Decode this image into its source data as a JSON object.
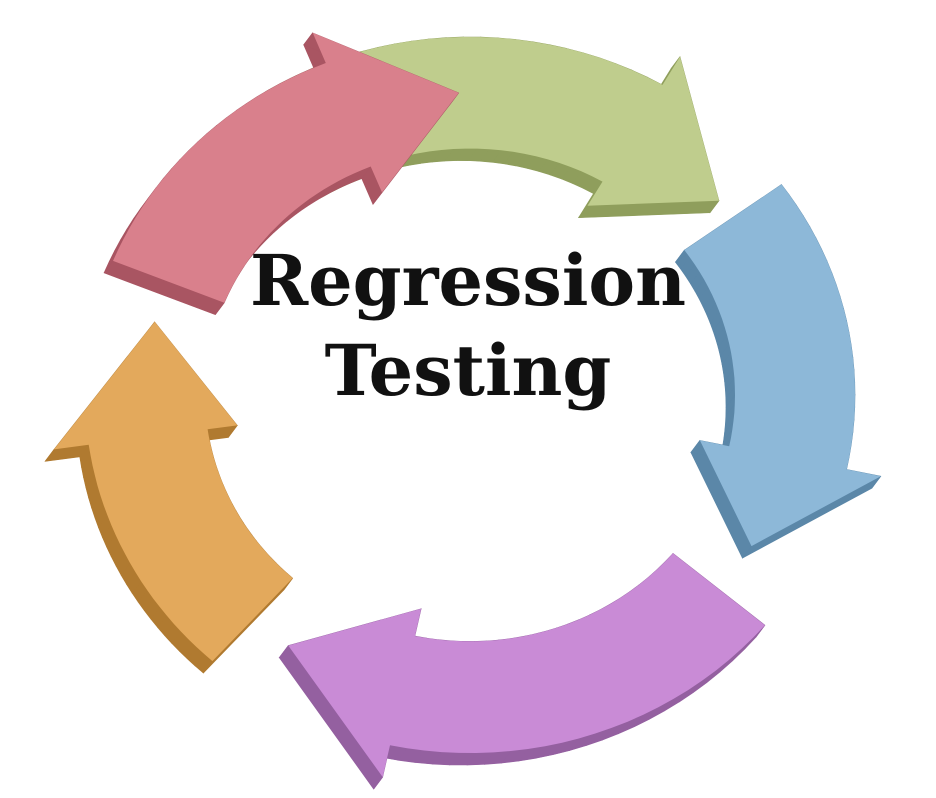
{
  "title": {
    "line1": "Regression",
    "line2": "Testing"
  },
  "arrows": [
    {
      "name": "top-arrow",
      "color": "#bfcd8d",
      "side": "#8f9e5c"
    },
    {
      "name": "right-arrow",
      "color": "#8db8d8",
      "side": "#5b87a8"
    },
    {
      "name": "bottom-arrow",
      "color": "#c98bd6",
      "side": "#9460a0"
    },
    {
      "name": "left-arrow",
      "color": "#e3a95c",
      "side": "#b07a30"
    },
    {
      "name": "upper-left-arrow",
      "color": "#d9808c",
      "side": "#a95562"
    }
  ]
}
